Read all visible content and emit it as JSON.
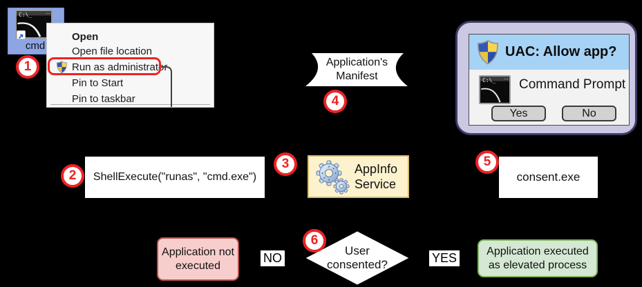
{
  "desktop_icon": {
    "label": "cmd"
  },
  "context_menu": {
    "items": [
      {
        "label": "Open"
      },
      {
        "label": "Open file location"
      },
      {
        "label": "Run as administrator"
      },
      {
        "label": "Pin to Start"
      },
      {
        "label": "Pin to taskbar"
      }
    ]
  },
  "steps": [
    "1",
    "2",
    "3",
    "4",
    "5",
    "6"
  ],
  "manifest": {
    "label": "Application's\nManifest"
  },
  "shell_execute": {
    "label": "ShellExecute(\"runas\", \"cmd.exe\")"
  },
  "appinfo": {
    "label": "AppInfo\nService"
  },
  "consent": {
    "label": "consent.exe"
  },
  "uac_dialog": {
    "title": "UAC: Allow app?",
    "app_name": "Command Prompt",
    "yes_label": "Yes",
    "no_label": "No"
  },
  "decision": {
    "question": "User\nconsented?",
    "no_label": "NO",
    "yes_label": "YES"
  },
  "outcome_no": {
    "label": "Application not\nexecuted"
  },
  "outcome_yes": {
    "label": "Application executed\nas elevated process"
  },
  "terminal_icon": {
    "prompt": "C:\\_",
    "dots": "···"
  },
  "colors": {
    "background": "#000000",
    "step_red": "#ed2224",
    "selection_blue": "#8ea5e4",
    "uac_frame_purple": "#cbc8e4",
    "uac_header_blue": "#a6d2f6",
    "appinfo_yellow": "#fdf2ce",
    "appinfo_border": "#d8bb6e",
    "outcome_no_fill": "#f8cecc",
    "outcome_no_border": "#b85450",
    "outcome_yes_fill": "#d5e8d4",
    "outcome_yes_border": "#82b366"
  }
}
